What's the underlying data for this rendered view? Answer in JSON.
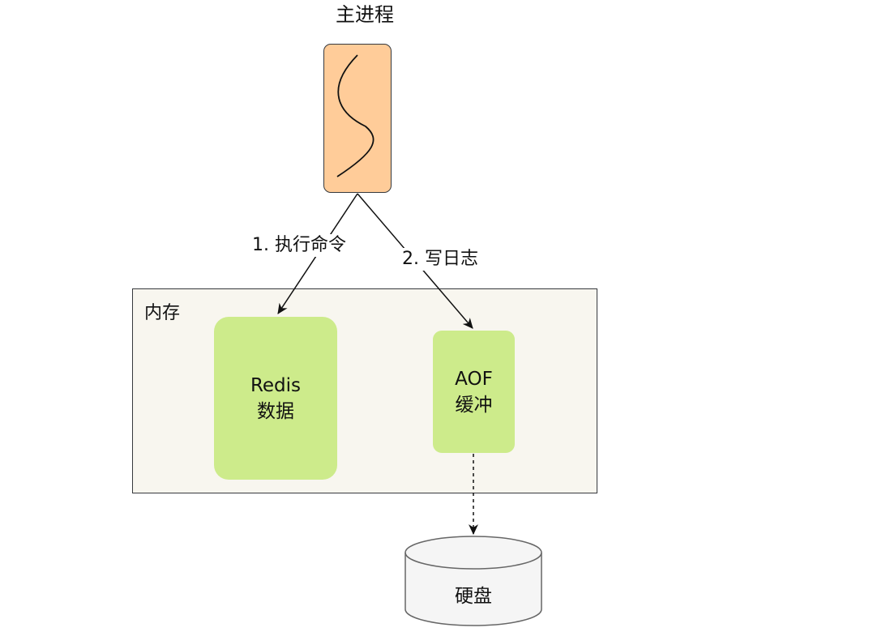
{
  "main_process": {
    "title": "主进程"
  },
  "steps": {
    "execute": "1. 执行命令",
    "write_log": "2. 写日志"
  },
  "memory": {
    "label": "内存",
    "redis_line1": "Redis",
    "redis_line2": "数据",
    "aof_line1": "AOF",
    "aof_line2": "缓冲"
  },
  "disk": {
    "label": "硬盘"
  },
  "colors": {
    "process_fill": "#ffcc99",
    "memory_fill": "#f8f6ef",
    "green_fill": "#cdeb8b",
    "disk_fill": "#f5f5f5",
    "stroke": "#36393d"
  }
}
